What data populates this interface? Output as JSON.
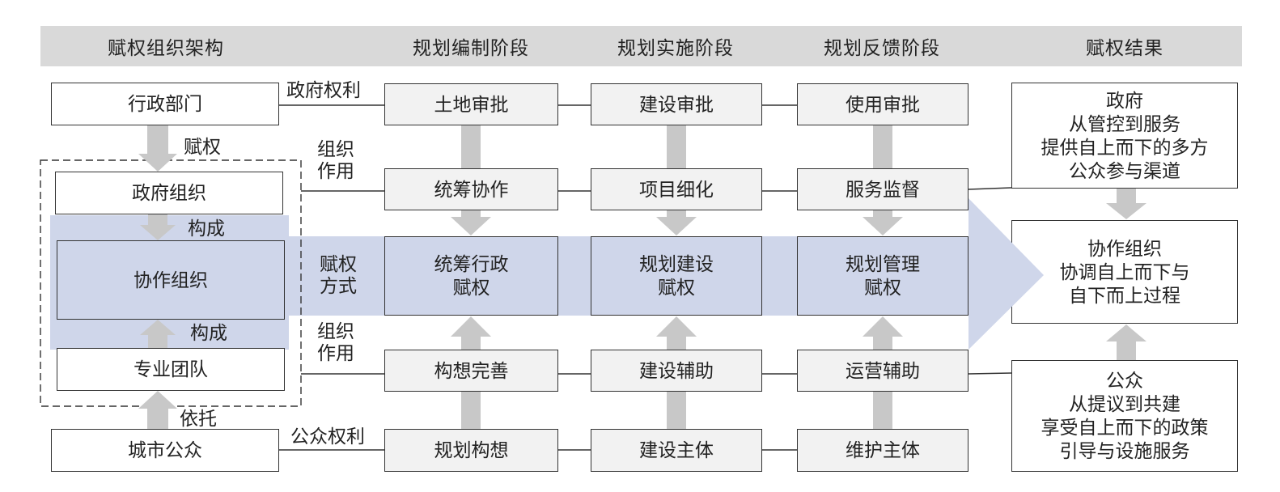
{
  "headers": {
    "org": "赋权组织架构",
    "planning": "规划编制阶段",
    "implementation": "规划实施阶段",
    "feedback": "规划反馈阶段",
    "result": "赋权结果"
  },
  "org": {
    "admin": "行政部门",
    "empower": "赋权",
    "gov_org": "政府组织",
    "compose_top": "构成",
    "collab_org": "协作组织",
    "compose_bottom": "构成",
    "professional": "专业团队",
    "rely": "依托",
    "public": "城市公众"
  },
  "links": {
    "gov_rights": "政府权利",
    "org_role_top": "组织\n作用",
    "empower_mode": "赋权\n方式",
    "org_role_bottom": "组织\n作用",
    "public_rights": "公众权利"
  },
  "stages": [
    {
      "approval": "土地审批",
      "coordination": "统筹协作",
      "empowerment": "统筹行政\n赋权",
      "assist": "构想完善",
      "subject": "规划构想"
    },
    {
      "approval": "建设审批",
      "coordination": "项目细化",
      "empowerment": "规划建设\n赋权",
      "assist": "建设辅助",
      "subject": "建设主体"
    },
    {
      "approval": "使用审批",
      "coordination": "服务监督",
      "empowerment": "规划管理\n赋权",
      "assist": "运营辅助",
      "subject": "维护主体"
    }
  ],
  "results": {
    "government": "政府\n从管控到服务\n提供自上而下的多方\n公众参与渠道",
    "collaboration": "协作组织\n协调自上而下与\n自下而上过程",
    "public": "公众\n从提议到共建\n享受自上而下的政策\n引导与设施服务"
  },
  "colors": {
    "header_bar": "#d9d9d9",
    "flow_band": "#cfd6ea",
    "gray_arrow": "#c8c8c8",
    "box_gray": "#f2f2f2",
    "line": "#333333"
  }
}
